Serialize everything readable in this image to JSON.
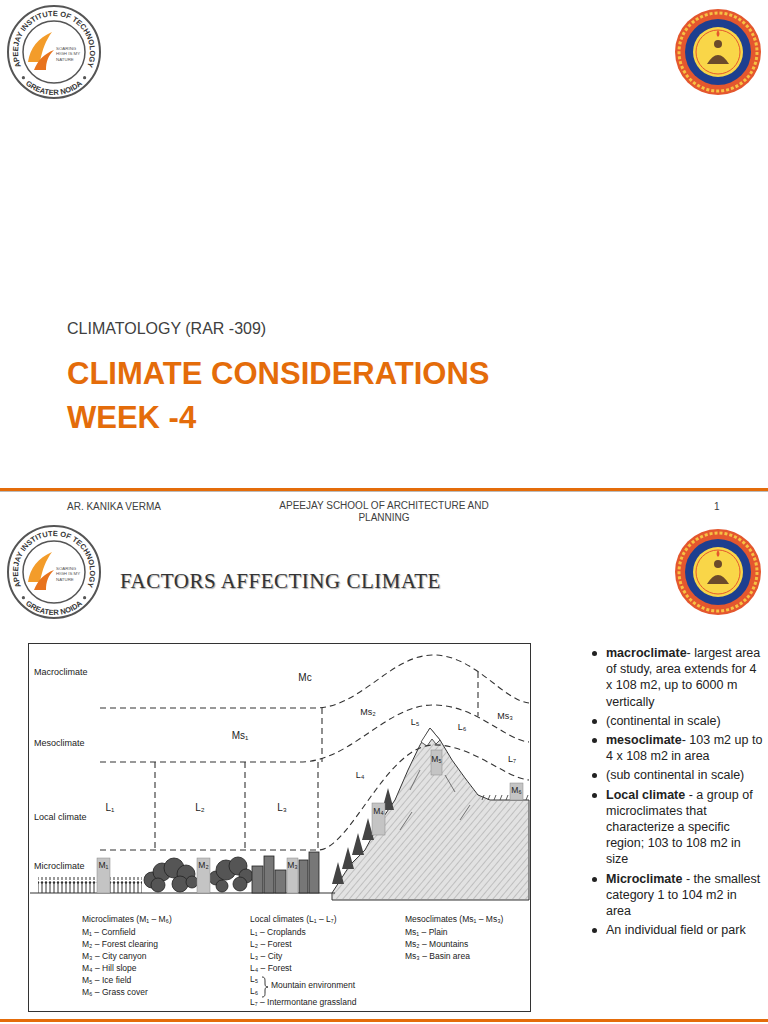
{
  "diagram": {
    "title": "CLIMATE CONSIDERATIONS WEEK -4",
    "labels": [
      "APEEJAY INSTITUTE OF TECHNOLOGY",
      "SOARING HIGH IS MY NATURE",
      "GREATER NOIDA",
      "CLIMATOLOGY (RAR -309)",
      "AR. KANIKA VERMA",
      "APEEJAY SCHOOL OF ARCHITECTURE AND PLANNING",
      "1",
      "APEEJAY INSTITUTE OF TECHNOLOGY",
      "SOARING HIGH IS MY NATURE",
      "GREATER NOIDA",
      "FACTORS AFFECTING CLIMATE",
      "Macroclimate",
      "Mc",
      "Mesoclimate",
      "Ms₁",
      "Ms₂",
      "Ms₃",
      "Local climate",
      "L₁",
      "L₂",
      "L₃",
      "L₄",
      "L₅",
      "L₆",
      "L₇",
      "Microclimate",
      "M₁",
      "M₂",
      "M₃",
      "M₄",
      "M₅",
      "M₆",
      "Microclimates (M₁ – M₆)",
      "M₁ – Cornfield",
      "M₂ – Forest clearing",
      "M₃ – City canyon",
      "M₄ – Hill slope",
      "M₅ – Ice field",
      "M₆ – Grass cover",
      "Local climates (L₁ – L₇)",
      "L₁ – Croplands",
      "L₂ – Forest",
      "L₃ – City",
      "L₄ – Forest",
      "L₅",
      "L₆",
      "Mountain environment",
      "L₇ – Intermontane grassland",
      "Mesoclimates (Ms₁ – Ms₃)",
      "Ms₁ – Plain",
      "Ms₂ – Mountains",
      "Ms₃ – Basin area",
      "macroclimate",
      "- largest area of study, area extends for 4 x 108 m2, up to 6000 m vertically",
      "(continental in scale)",
      "mesoclimate",
      "- 103 m2 up to 4 x 108 m2 in area",
      "(sub continental in scale)",
      "Local climate",
      "- a group of microclimates that characterize a specific region; 103 to 108 m2 in size",
      "Microclimate",
      "- the smallest category 1 to 104 m2 in area",
      "An individual field or park"
    ]
  }
}
